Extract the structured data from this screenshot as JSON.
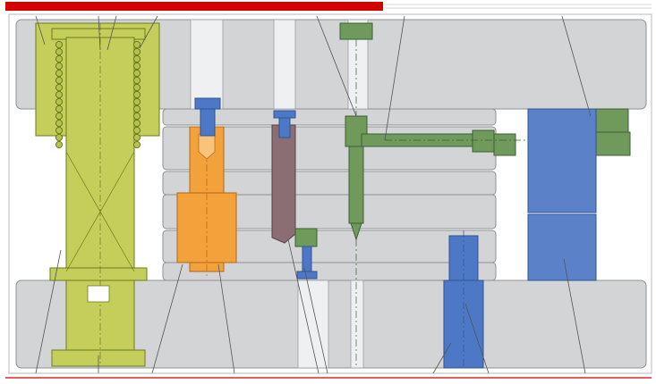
{
  "page": {
    "background": "#ffffff",
    "decor_red": "#d40000",
    "frame_gray": "#b8b8b8"
  },
  "diagram": {
    "kind": "injection-mold-cross-section",
    "labels_present": false,
    "colors": {
      "plate": "#d3d4d6",
      "plate_edge": "#8e9094",
      "guide_pillar": "#c3cf5a",
      "guide_pillar_edge": "#6e7a1e",
      "ejector_insert": "#f3a13b",
      "ejector_insert_edge": "#b0671a",
      "sprue_puller": "#8a6e73",
      "sprue_puller_edge": "#5a4145",
      "nozzle_and_bolts": "#6f9a5c",
      "nozzle_edge": "#3e5e34",
      "cooling_blocks": "#5b82c9",
      "cooling_edge": "#2f5394",
      "screw_heads": "#4d78c5",
      "leader_lines": "#555555",
      "center_lines": "#7a7a7a"
    },
    "parts": [
      {
        "id": "top-clamp-plate"
      },
      {
        "id": "cavity-plate-a"
      },
      {
        "id": "cavity-plate-b"
      },
      {
        "id": "core-plate"
      },
      {
        "id": "support-plate"
      },
      {
        "id": "bottom-clamp-plate"
      },
      {
        "id": "guide-pillar"
      },
      {
        "id": "ejector-insert"
      },
      {
        "id": "sprue-puller"
      },
      {
        "id": "hot-nozzle"
      },
      {
        "id": "cooling-blocks"
      },
      {
        "id": "return-pin"
      }
    ],
    "leader_count": 16
  }
}
